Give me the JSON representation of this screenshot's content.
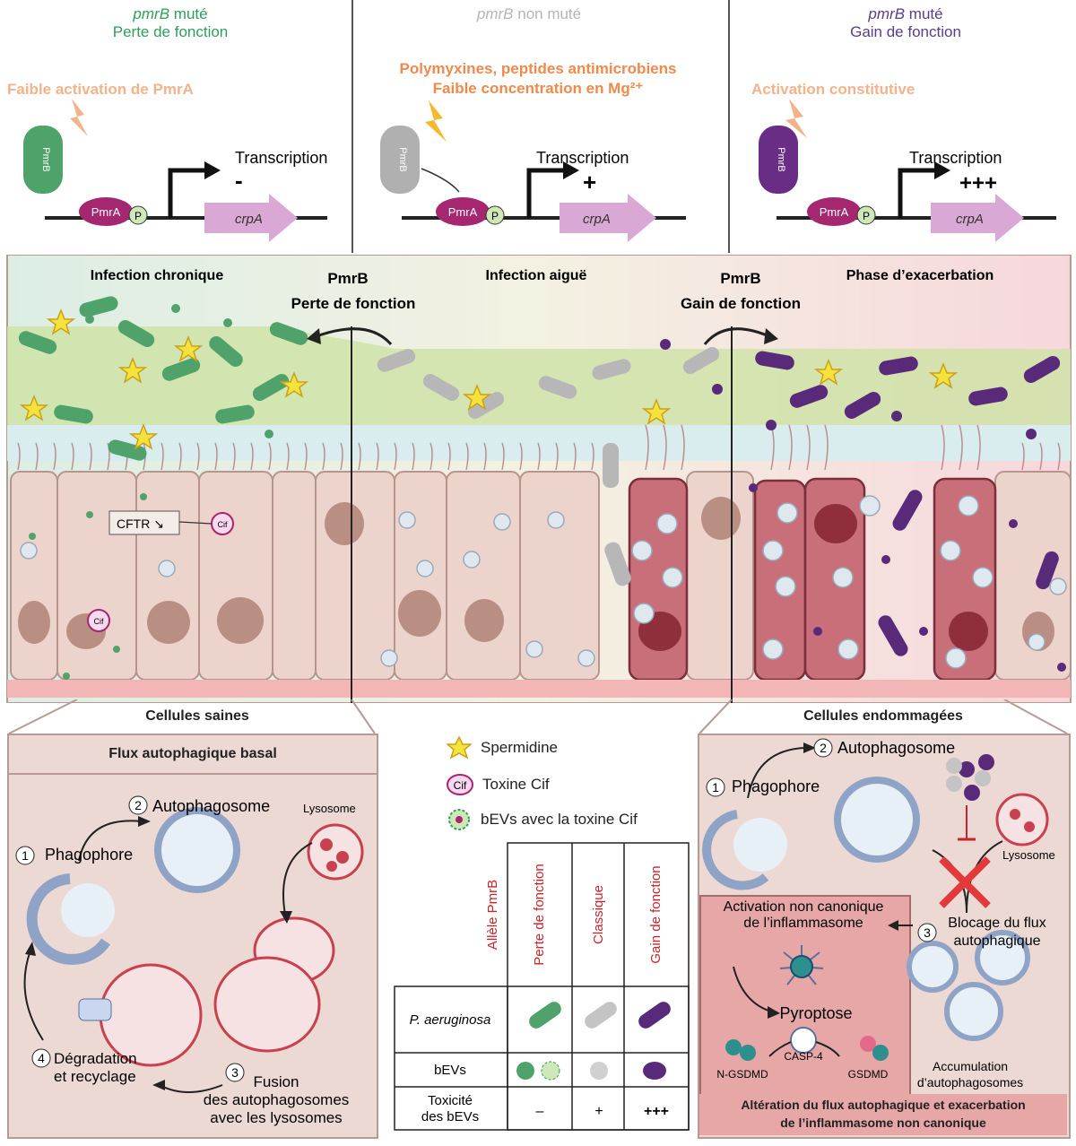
{
  "top": {
    "panels": [
      {
        "gene": "pmrB",
        "status": "muté",
        "effect": "Perte de fonction",
        "signal": "Faible activation de PmrA",
        "transcription": "Transcription",
        "level": "-"
      },
      {
        "gene": "pmrB",
        "status": "non muté",
        "signal_line1": "Polymyxines, peptides antimicrobiens",
        "signal_line2": "Faible concentration en Mg²⁺",
        "transcription": "Transcription",
        "level": "+"
      },
      {
        "gene": "pmrB",
        "status": "muté",
        "effect": "Gain de fonction",
        "signal": "Activation constitutive",
        "transcription": "Transcription",
        "level": "+++"
      }
    ],
    "labels": {
      "pmrb": "PmrB",
      "pmra": "PmrA",
      "phospho": "P",
      "gene": "crpA"
    }
  },
  "epithelium": {
    "phase_chronic": "Infection chronique",
    "phase_acute": "Infection aiguë",
    "phase_exacerbation": "Phase d’exacerbation",
    "switch_left_line1": "PmrB",
    "switch_left_line2": "Perte de fonction",
    "switch_right_line1": "PmrB",
    "switch_right_line2": "Gain de fonction",
    "cftr": "CFTR ↘",
    "cif": "Cif"
  },
  "healthy": {
    "header": "Cellules saines",
    "title": "Flux autophagique basal",
    "step1": "Phagophore",
    "step2": "Autophagosome",
    "lysosome": "Lysosome",
    "step3_line1": "Fusion",
    "step3_line2": "des autophagosomes",
    "step3_line3": "avec les lysosomes",
    "step4_line1": "Dégradation",
    "step4_line2": "et recyclage",
    "n1": "1",
    "n2": "2",
    "n3": "3",
    "n4": "4"
  },
  "legend": {
    "spermidine": "Spermidine",
    "cif_toxin": "Toxine Cif",
    "cif_icon": "Cif",
    "bevs": "bEVs avec la toxine Cif"
  },
  "table": {
    "header_allele": "Allèle PmrB",
    "col_loss": "Perte de fonction",
    "col_classic": "Classique",
    "col_gain": "Gain de fonction",
    "row_species": "P. aeruginosa",
    "row_bevs": "bEVs",
    "row_tox_line1": "Toxicité",
    "row_tox_line2": "des bEVs",
    "tox_loss": "–",
    "tox_classic": "+",
    "tox_gain": "+++"
  },
  "damaged": {
    "header": "Cellules endommagées",
    "step1": "Phagophore",
    "step2": "Autophagosome",
    "lysosome": "Lysosome",
    "step3_line1": "Blocage du flux",
    "step3_line2": "autophagique",
    "accum_line1": "Accumulation",
    "accum_line2": "d’autophagosomes",
    "inflam_line1": "Activation non canonique",
    "inflam_line2": "de l’inflammasome",
    "pyroptose": "Pyroptose",
    "casp": "CASP-4",
    "ngsdmd": "N-GSDMD",
    "gsdmd": "GSDMD",
    "bottom_line1": "Altération du flux autophagique et exacerbation",
    "bottom_line2": "de l’inflammasome non canonique",
    "n1": "1",
    "n2": "2",
    "n3": "3"
  },
  "colors": {
    "loss_green": "#2e9e5b",
    "normal_grey": "#a9a9a9",
    "gain_purple": "#5a2a7a",
    "signal_orange": "#f08a4b",
    "signal_light": "#f2b38c",
    "pmra_magenta": "#a5276f",
    "crpa_pink": "#d9a8d4",
    "lysosome_red": "#c9404e"
  }
}
